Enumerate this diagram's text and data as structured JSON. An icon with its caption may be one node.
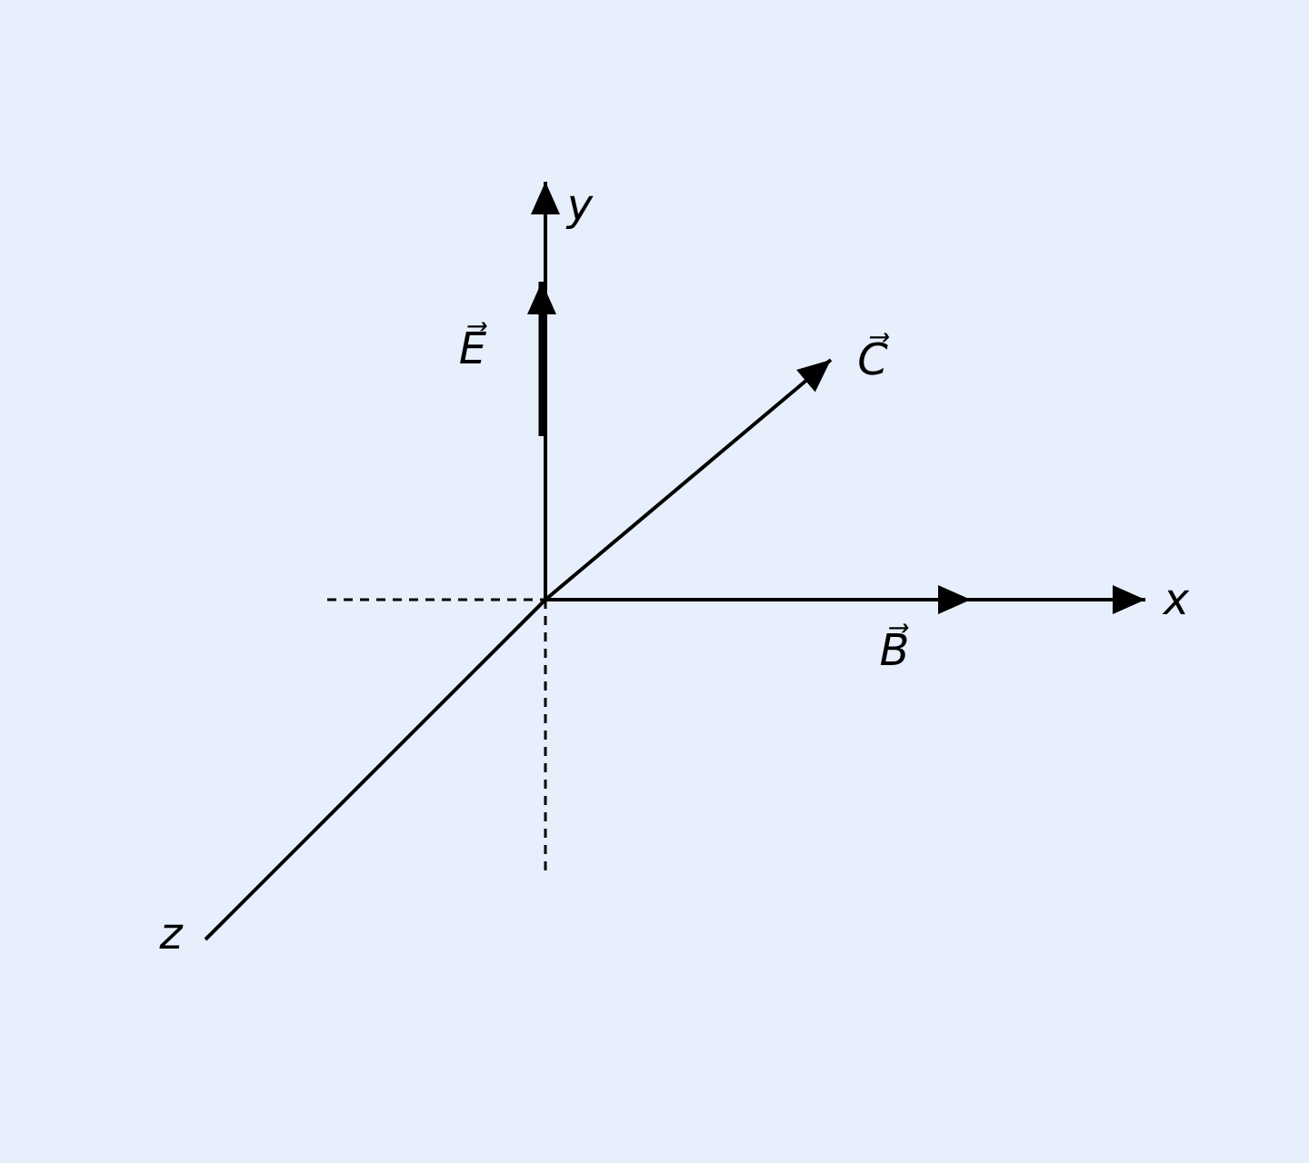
{
  "diagram": {
    "labels": [
      "y",
      "E⃗",
      "C⃗",
      "x",
      "B⃗",
      "z"
    ]
  }
}
